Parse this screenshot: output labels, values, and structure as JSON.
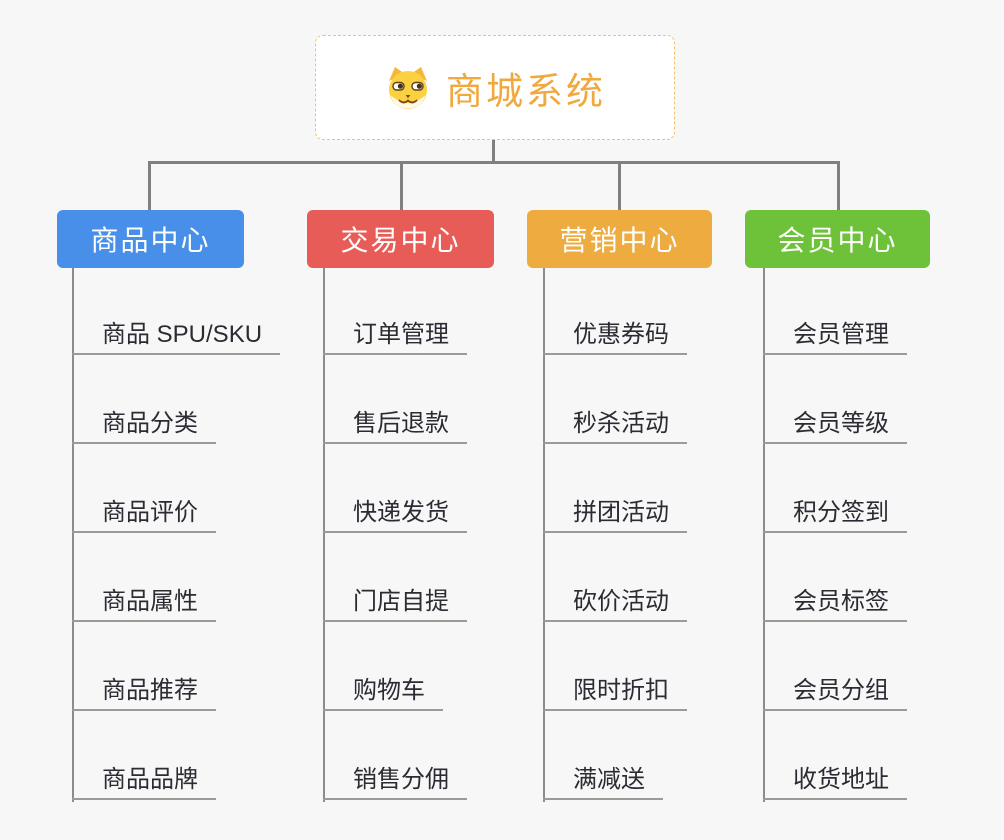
{
  "root": {
    "title": "商城系统",
    "icon": "shiba-dog-icon",
    "title_color": "#efa93f",
    "border_color": "#f5c06a"
  },
  "connector_color": "#808080",
  "underline_color": "#9a9a9a",
  "background_color": "#f7f7f7",
  "branches": [
    {
      "label": "商品中心",
      "color": "#478fe9",
      "children": [
        "商品 SPU/SKU",
        "商品分类",
        "商品评价",
        "商品属性",
        "商品推荐",
        "商品品牌"
      ]
    },
    {
      "label": "交易中心",
      "color": "#e85c58",
      "children": [
        "订单管理",
        "售后退款",
        "快递发货",
        "门店自提",
        "购物车",
        "销售分佣"
      ]
    },
    {
      "label": "营销中心",
      "color": "#edab40",
      "children": [
        "优惠券码",
        "秒杀活动",
        "拼团活动",
        "砍价活动",
        "限时折扣",
        "满减送"
      ]
    },
    {
      "label": "会员中心",
      "color": "#6ec23a",
      "children": [
        "会员管理",
        "会员等级",
        "积分签到",
        "会员标签",
        "会员分组",
        "收货地址"
      ]
    }
  ]
}
